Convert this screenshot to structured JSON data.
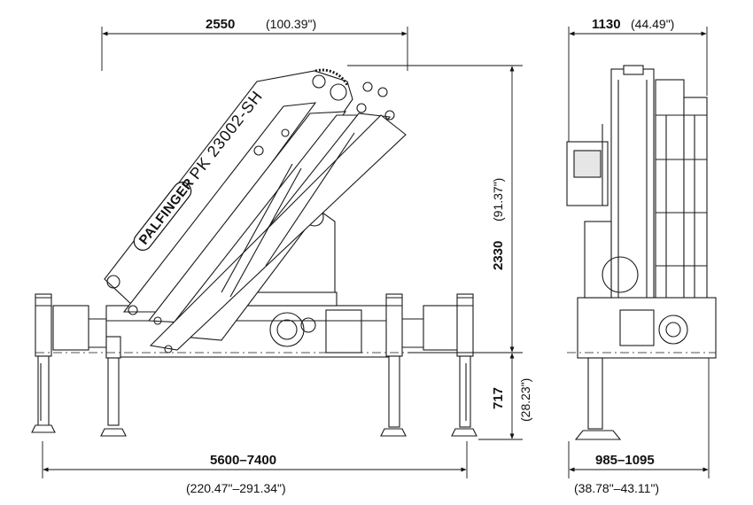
{
  "crane": {
    "brand": "PALFINGER",
    "model": "PK 23002-SH"
  },
  "dimensions": {
    "top_width": {
      "value": "2550",
      "imperial": "(100.39\")"
    },
    "side_width": {
      "value": "1130",
      "imperial": "(44.49\")"
    },
    "height": {
      "value": "2330",
      "imperial": "(91.37\")"
    },
    "below": {
      "value": "717",
      "imperial": "(28.23\")"
    },
    "outrigger_span": {
      "value": "5600–7400",
      "imperial": "(220.47\"–291.34\")"
    },
    "side_base": {
      "value": "985–1095",
      "imperial": "(38.78\"–43.11\")"
    }
  },
  "colors": {
    "line": "#1a1a1a",
    "fill": "#ffffff",
    "shade": "#e6e6e6"
  }
}
